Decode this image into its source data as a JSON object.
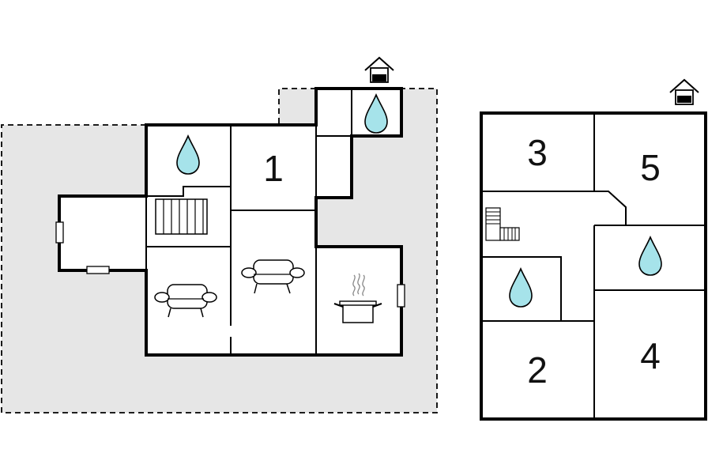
{
  "floor_1": {
    "rooms": [
      {
        "number": "1"
      }
    ]
  },
  "floor_2": {
    "rooms": [
      {
        "number": "3"
      },
      {
        "number": "5"
      },
      {
        "number": "2"
      },
      {
        "number": "4"
      }
    ]
  },
  "colors": {
    "terrace": "#e6e6e6",
    "water": "#a6e3ea",
    "wall": "#000000",
    "room": "#ffffff"
  },
  "icons": [
    "entrance-icon",
    "water-drop-icon",
    "sofa-icon",
    "cooking-pot-icon",
    "stairs-icon",
    "window-icon"
  ]
}
